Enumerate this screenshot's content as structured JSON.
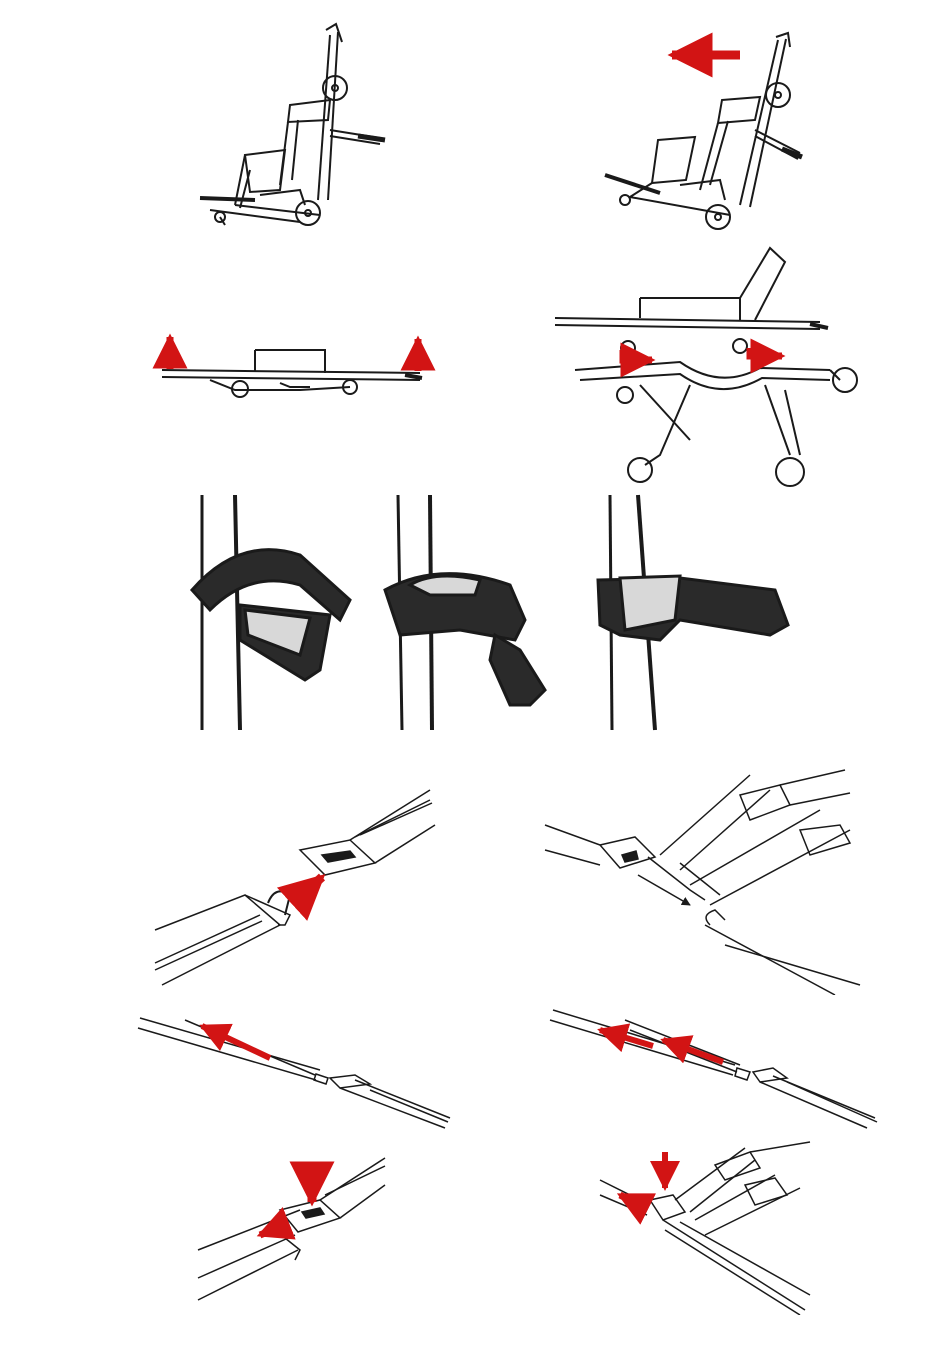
{
  "colors": {
    "arrow": "#d21414",
    "line": "#1a1a1a",
    "strap": "#2a2a2a",
    "strap_light": "#d8d8d8"
  },
  "figures": [
    {
      "id": "chair-upright",
      "icons": [
        "stair-chair-icon"
      ]
    },
    {
      "id": "chair-tilted-push",
      "icons": [
        "stair-chair-icon",
        "arrow-left-icon"
      ]
    },
    {
      "id": "stretcher-lift",
      "icons": [
        "stretcher-icon",
        "arrow-up-icon"
      ]
    },
    {
      "id": "stretcher-on-cot",
      "icons": [
        "stretcher-icon",
        "cot-icon",
        "arrow-right-icon"
      ]
    },
    {
      "id": "strap-wrap-steps",
      "icons": [
        "strap-icon"
      ]
    },
    {
      "id": "buckle-insert",
      "icons": [
        "buckle-icon",
        "arrow-insert-icon"
      ]
    },
    {
      "id": "harness-buckle-insert",
      "icons": [
        "harness-buckle-icon"
      ]
    },
    {
      "id": "strap-tighten",
      "icons": [
        "strap-icon",
        "arrow-pull-icon"
      ]
    },
    {
      "id": "harness-tighten",
      "icons": [
        "harness-strap-icon",
        "arrow-pull-icon"
      ]
    },
    {
      "id": "buckle-release",
      "icons": [
        "buckle-icon",
        "arrow-press-icon"
      ]
    },
    {
      "id": "harness-buckle-release",
      "icons": [
        "harness-buckle-icon",
        "arrow-press-icon"
      ]
    }
  ]
}
